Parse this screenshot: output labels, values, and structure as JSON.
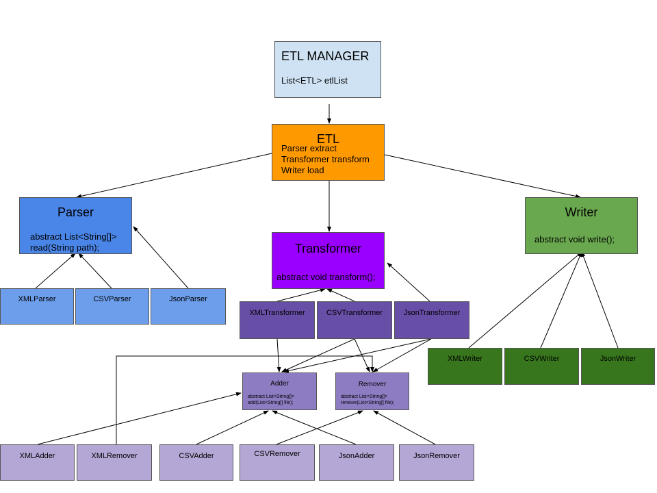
{
  "colors": {
    "manager": "#cfe2f3",
    "etl": "#ff9900",
    "parser": "#4a86e8",
    "parser_impl": "#6d9eeb",
    "transformer": "#9900ff",
    "transformer_impl": "#674ea7",
    "writer": "#6aa84f",
    "writer_impl": "#38761d",
    "adder_remover": "#8e7cc3",
    "adder_impl": "#b4a7d6",
    "edge": "#000000"
  },
  "manager": {
    "title": "ETL MANAGER",
    "field": "List<ETL> etlList"
  },
  "etl": {
    "title": "ETL",
    "fields": [
      "Parser extract",
      "Transformer transform",
      "Writer load"
    ]
  },
  "parser": {
    "title": "Parser",
    "method": [
      "abstract List<String[]>",
      "read(String path);"
    ]
  },
  "transformer": {
    "title": "Transformer",
    "method": "abstract void transform();"
  },
  "writer": {
    "title": "Writer",
    "method": "abstract void write();"
  },
  "parsers": [
    "XMLParser",
    "CSVParser",
    "JsonParser"
  ],
  "transformers": [
    "XMLTransformer",
    "CSVTransformer",
    "JsonTransformer"
  ],
  "writers": [
    "XMLWriter",
    "CSVWriter",
    "JsonWriter"
  ],
  "adder": {
    "title": "Adder",
    "method": [
      "abstract List<String[]>",
      "add(List<String[] file);"
    ]
  },
  "remover": {
    "title": "Remover",
    "method": [
      "abstract List<String[]>",
      "remove(List<String[] file);"
    ]
  },
  "leaves": [
    "XMLAdder",
    "XMLRemover",
    "CSVAdder",
    "CSVRemover",
    "JsonAdder",
    "JsonRemover"
  ]
}
